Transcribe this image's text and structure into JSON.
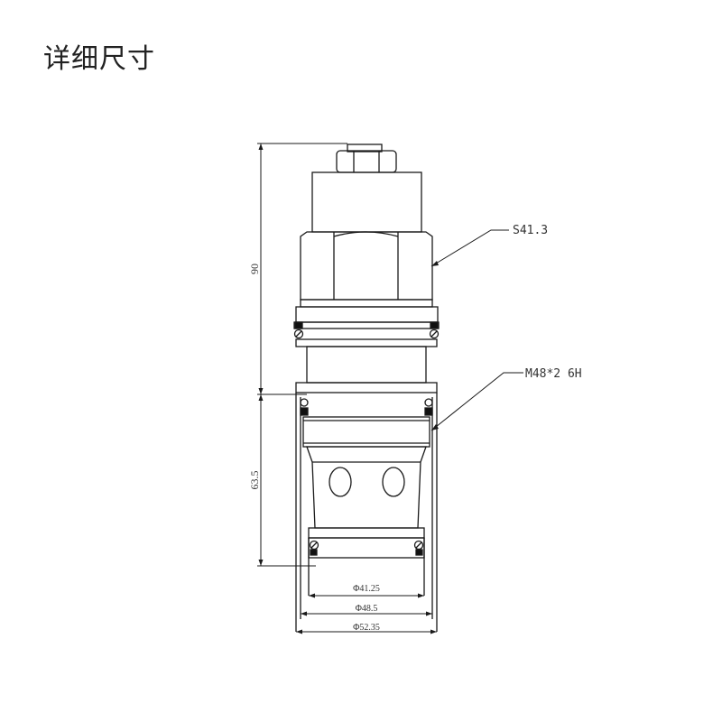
{
  "page": {
    "title": "详细尺寸"
  },
  "dimensions": {
    "total_height": "90",
    "lower_height": "63.5",
    "dia_small": "Φ41.25",
    "dia_mid": "Φ48.5",
    "dia_large": "Φ52.35"
  },
  "callouts": {
    "hex_size": "S41.3",
    "thread": "M48*2 6H"
  },
  "colors": {
    "line": "#1a1a1a",
    "text": "#333333"
  }
}
